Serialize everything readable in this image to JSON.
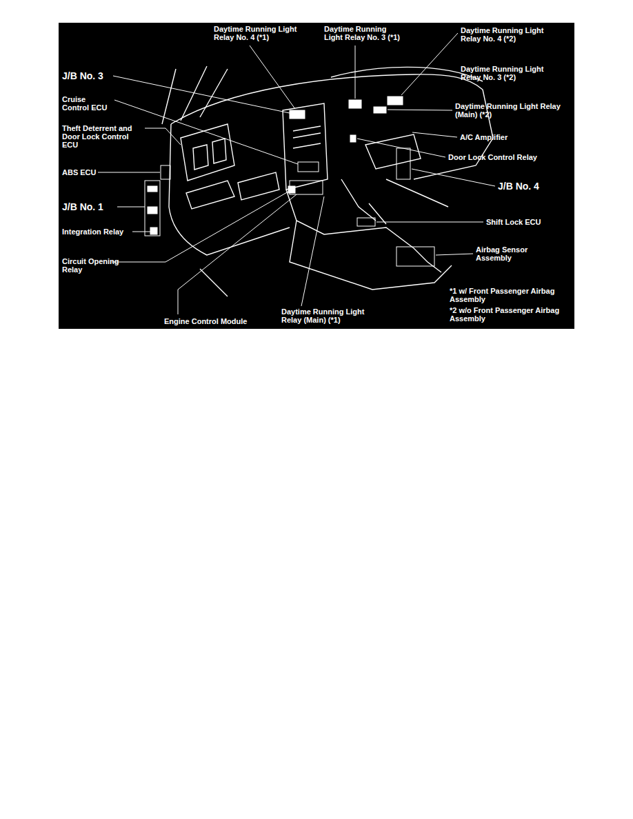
{
  "diagram": {
    "labels": [
      "Daytime Running Light Relay No. 4 (*1)",
      "Daytime Running Light Relay No. 3 (*1)",
      "Daytime Running Light Relay No. 4 (*2)",
      "J/B No. 3",
      "Daytime Running Light Relay No. 3 (*2)",
      "Cruise Control ECU",
      "Daytime Running Light Relay (Main) (*2)",
      "Theft Deterrent and Door Lock Control ECU",
      "A/C Amplifier",
      "Door Lock Control Relay",
      "ABS ECU",
      "J/B No. 4",
      "J/B No. 1",
      "Shift Lock ECU",
      "Integration Relay",
      "Airbag Sensor Assembly",
      "Circuit Opening Relay",
      "*1 w/ Front Passenger Airbag Assembly",
      "*2 w/o Front Passenger Airbag Assembly",
      "Daytime Running Light Relay (Main) (*1)",
      "Engine Control Module"
    ]
  }
}
